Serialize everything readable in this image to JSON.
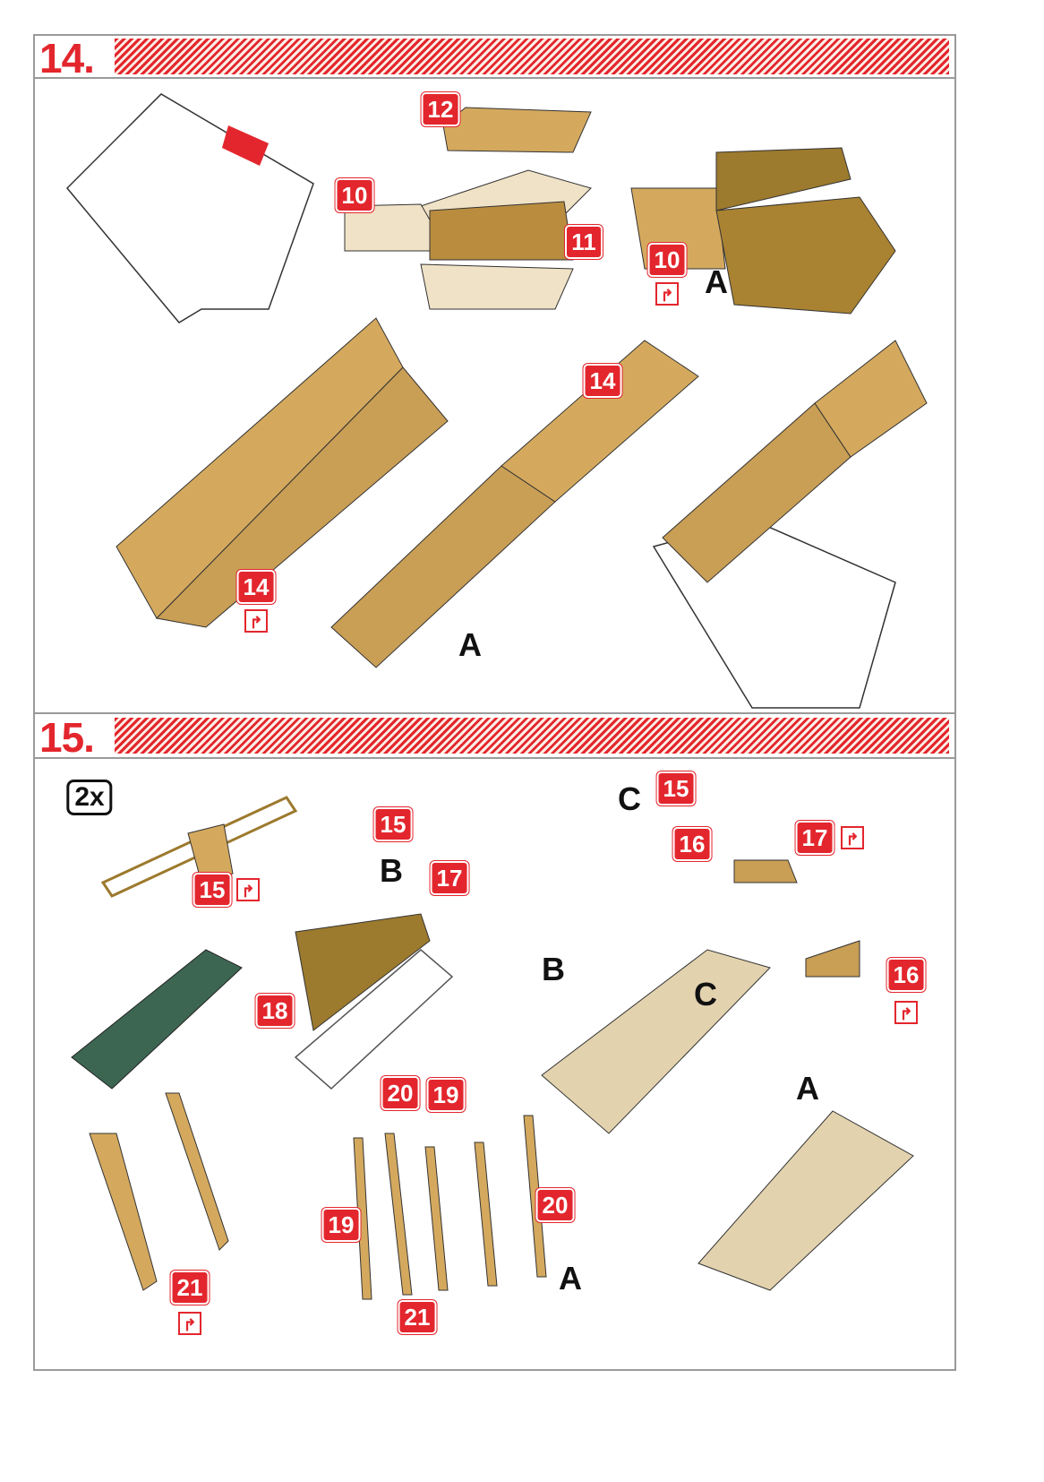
{
  "colors": {
    "accent": "#e3262d",
    "brass": "#d4a95e",
    "brass_dark": "#9c7a2e",
    "green": "#3d6652"
  },
  "step14": {
    "number": "14.",
    "badges": [
      "12",
      "10",
      "11",
      "10",
      "14",
      "14"
    ],
    "letters": [
      "A",
      "A"
    ]
  },
  "step15": {
    "number": "15.",
    "multiplier": "2x",
    "badges": [
      "15",
      "15",
      "17",
      "15",
      "16",
      "17",
      "18",
      "16",
      "20",
      "19",
      "19",
      "20",
      "21",
      "21"
    ],
    "letters": [
      "B",
      "C",
      "B",
      "C",
      "A",
      "A"
    ]
  },
  "icons": {
    "fold": "fold-arrow-icon",
    "rotate": "rotate-arrow-icon"
  }
}
